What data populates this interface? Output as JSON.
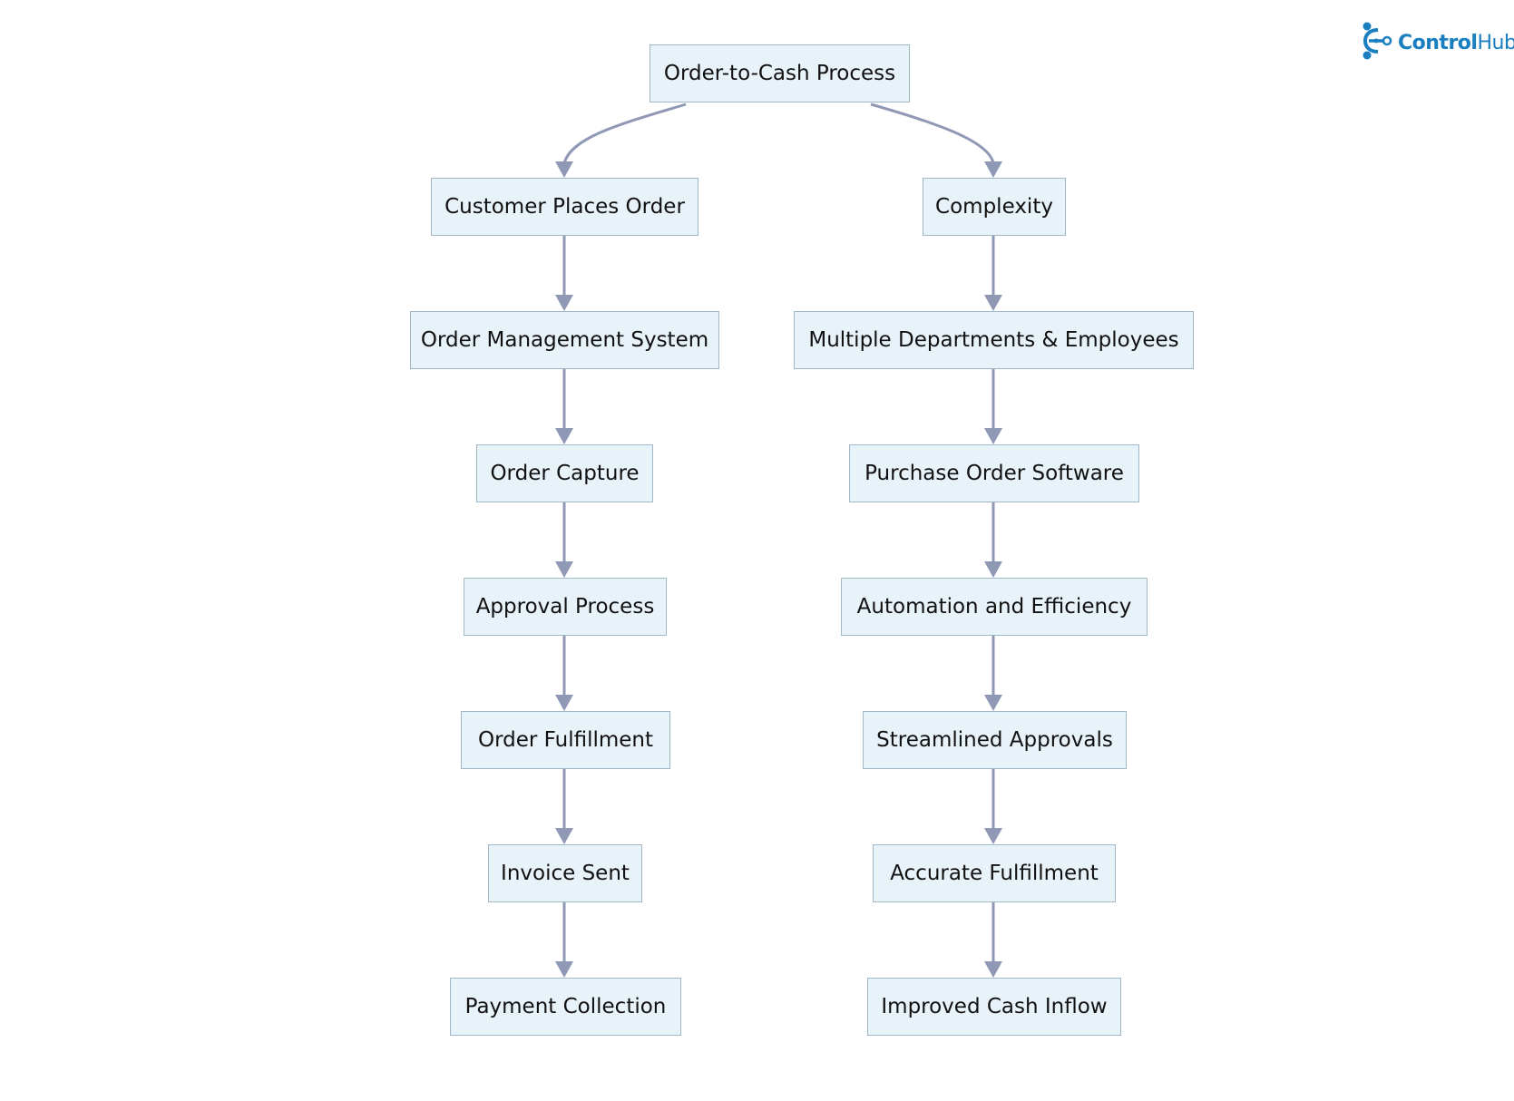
{
  "diagram": {
    "nodes": {
      "root": "Order-to-Cash Process",
      "left": [
        "Customer Places Order",
        "Order Management System",
        "Order Capture",
        "Approval Process",
        "Order Fulfillment",
        "Invoice Sent",
        "Payment Collection"
      ],
      "right": [
        "Complexity",
        "Multiple Departments & Employees",
        "Purchase Order Software",
        "Automation and Efficiency",
        "Streamlined Approvals",
        "Accurate Fulfillment",
        "Improved Cash Inflow"
      ]
    },
    "edges": [
      [
        "root",
        "left.0"
      ],
      [
        "left.0",
        "left.1"
      ],
      [
        "left.1",
        "left.2"
      ],
      [
        "left.2",
        "left.3"
      ],
      [
        "left.3",
        "left.4"
      ],
      [
        "left.4",
        "left.5"
      ],
      [
        "left.5",
        "left.6"
      ],
      [
        "root",
        "right.0"
      ],
      [
        "right.0",
        "right.1"
      ],
      [
        "right.1",
        "right.2"
      ],
      [
        "right.2",
        "right.3"
      ],
      [
        "right.3",
        "right.4"
      ],
      [
        "right.4",
        "right.5"
      ],
      [
        "right.5",
        "right.6"
      ]
    ]
  },
  "logo": {
    "text_part1": "Control",
    "text_part2": "Hub",
    "icon": "controlhub-logo-icon"
  },
  "colors": {
    "node_fill": "#e8f2f9",
    "node_border": "#9fb7c7",
    "edge": "#8f98b5",
    "logo": "#1a7fc1"
  }
}
